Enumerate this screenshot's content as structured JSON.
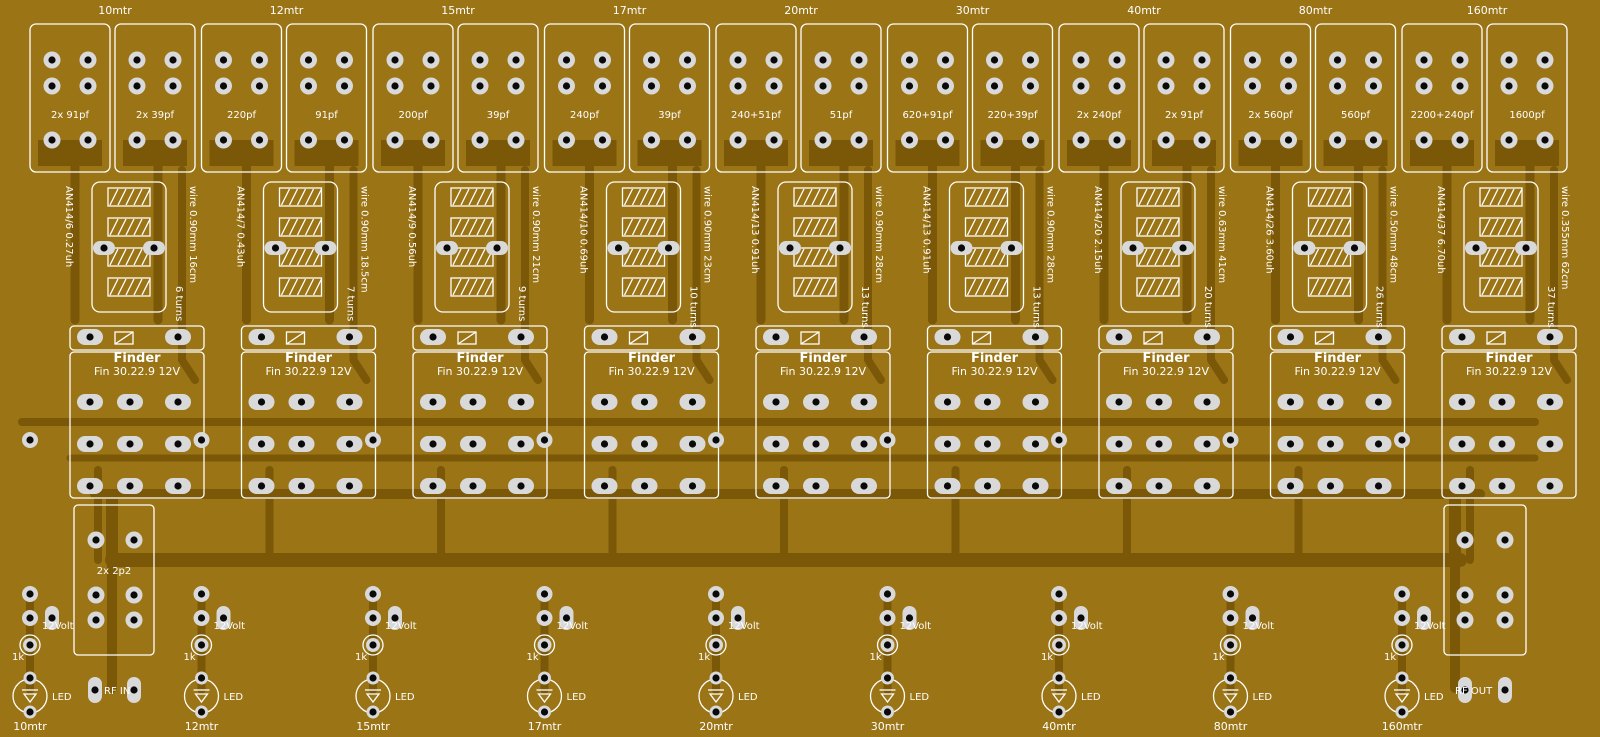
{
  "bands": [
    {
      "band": "10mtr",
      "cap_a": "2x 91pf",
      "cap_b": "2x 39pf",
      "coil": "AN414/6 0.27uh",
      "wire": "wire 0.90mm 16cm",
      "turns": "6 turns",
      "relay_brand": "Finder",
      "relay_part": "Fin 30.22.9 12V",
      "supply": "12Volt",
      "resistor": "1k",
      "led": "LED",
      "bottom_label": "10mtr"
    },
    {
      "band": "12mtr",
      "cap_a": "220pf",
      "cap_b": "91pf",
      "coil": "AN414/7 0.43uh",
      "wire": "wire 0.90mm 18.5cm",
      "turns": "7 turns",
      "relay_brand": "Finder",
      "relay_part": "Fin 30.22.9 12V",
      "supply": "12Volt",
      "resistor": "1k",
      "led": "LED",
      "bottom_label": "12mtr"
    },
    {
      "band": "15mtr",
      "cap_a": "200pf",
      "cap_b": "39pf",
      "coil": "AN414/9 0.56uh",
      "wire": "wire 0.90mm 21cm",
      "turns": "9 turns",
      "relay_brand": "Finder",
      "relay_part": "Fin 30.22.9 12V",
      "supply": "12Volt",
      "resistor": "1k",
      "led": "LED",
      "bottom_label": "15mtr"
    },
    {
      "band": "17mtr",
      "cap_a": "240pf",
      "cap_b": "39pf",
      "coil": "AN414/10 0.69uh",
      "wire": "wire 0.90mm 23cm",
      "turns": "10 turns",
      "relay_brand": "Finder",
      "relay_part": "Fin 30.22.9 12V",
      "supply": "12Volt",
      "resistor": "1k",
      "led": "LED",
      "bottom_label": "17mtr"
    },
    {
      "band": "20mtr",
      "cap_a": "240+51pf",
      "cap_b": "51pf",
      "coil": "AN414/13 0.91uh",
      "wire": "wire 0.90mm 28cm",
      "turns": "13 turns",
      "relay_brand": "Finder",
      "relay_part": "Fin 30.22.9 12V",
      "supply": "12Volt",
      "resistor": "1k",
      "led": "LED",
      "bottom_label": "20mtr"
    },
    {
      "band": "30mtr",
      "cap_a": "620+91pf",
      "cap_b": "220+39pf",
      "coil": "AN414/13 0.91uh",
      "wire": "wire 0.90mm 28cm",
      "turns": "13 turns",
      "relay_brand": "Finder",
      "relay_part": "Fin 30.22.9 12V",
      "supply": "12Volt",
      "resistor": "1k",
      "led": "LED",
      "bottom_label": "30mtr"
    },
    {
      "band": "40mtr",
      "cap_a": "2x 240pf",
      "cap_b": "2x 91pf",
      "coil": "AN414/20 2.15uh",
      "wire": "wire 0.63mm 41cm",
      "turns": "20 turns",
      "relay_brand": "Finder",
      "relay_part": "Fin 30.22.9 12V",
      "supply": "12Volt",
      "resistor": "1k",
      "led": "LED",
      "bottom_label": "40mtr"
    },
    {
      "band": "80mtr",
      "cap_a": "2x 560pf",
      "cap_b": "560pf",
      "coil": "AN414/26 3.60uh",
      "wire": "wire 0.50mm 48cm",
      "turns": "26 turns",
      "relay_brand": "Finder",
      "relay_part": "Fin 30.22.9 12V",
      "supply": "12Volt",
      "resistor": "1k",
      "led": "LED",
      "bottom_label": "80mtr"
    },
    {
      "band": "160mtr",
      "cap_a": "2200+240pf",
      "cap_b": "1600pf",
      "coil": "AN414/37 6.70uh",
      "wire": "wire 0.355mm 62cm",
      "turns": "37 turns",
      "relay_brand": "Finder",
      "relay_part": "Fin 30.22.9 12V",
      "supply": "12Volt",
      "resistor": "1k",
      "led": "LED",
      "bottom_label": "160mtr"
    }
  ],
  "input": {
    "cap": "2x 2p2",
    "label": "RF IN"
  },
  "output": {
    "label": "RF OUT"
  },
  "colors": {
    "board": "#9b7416",
    "copper": "#7a5808",
    "pad": "#d9d9d9",
    "silkscreen": "#ffffff"
  }
}
